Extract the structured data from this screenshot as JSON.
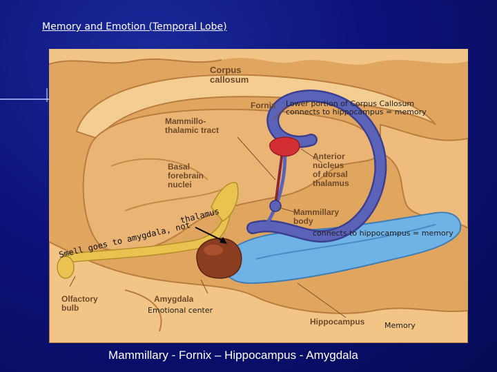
{
  "slide": {
    "title": "Memory and Emotion (Temporal Lobe)",
    "caption": "Mammillary - Fornix – Hippocampus - Amygdala"
  },
  "figure": {
    "printed_labels": {
      "corpus_callosum": "Corpus\ncallosum",
      "fornix": "Fornix",
      "mammillothalamic_tract": "Mammillo-\nthalamic tract",
      "anterior_nucleus": "Anterior\nnucleus\nof dorsal\nthalamus",
      "basal_forebrain": "Basal\nforebrain\nnuclei",
      "mammillary_body": "Mammillary\nbody",
      "olfactory_bulb": "Olfactory\nbulb",
      "amygdala": "Amygdala",
      "hippocampus": "Hippocampus"
    },
    "annotations": {
      "lower_corpus_callosum": "Lower portion of Corpus Callosum\nconnects to hippocampus = memory",
      "connects": "connects to hippocampus = memory",
      "smell_line1": "Smell goes to amygdala, not",
      "smell_line2": "thalamus",
      "emotional_center": "Emotional center",
      "memory": "Memory"
    },
    "colors": {
      "tissue": "#e0a55e",
      "fold_light": "#f3c787",
      "fold_shadow": "#b87d3f",
      "fornix_blue": "#5a63b8",
      "hippocampus_blue": "#6fb2e6",
      "amygdala_brown": "#8b3d22",
      "nucleus_red": "#d42e35",
      "olfactory_yellow": "#e9c24f",
      "arrow": "#000000"
    }
  }
}
